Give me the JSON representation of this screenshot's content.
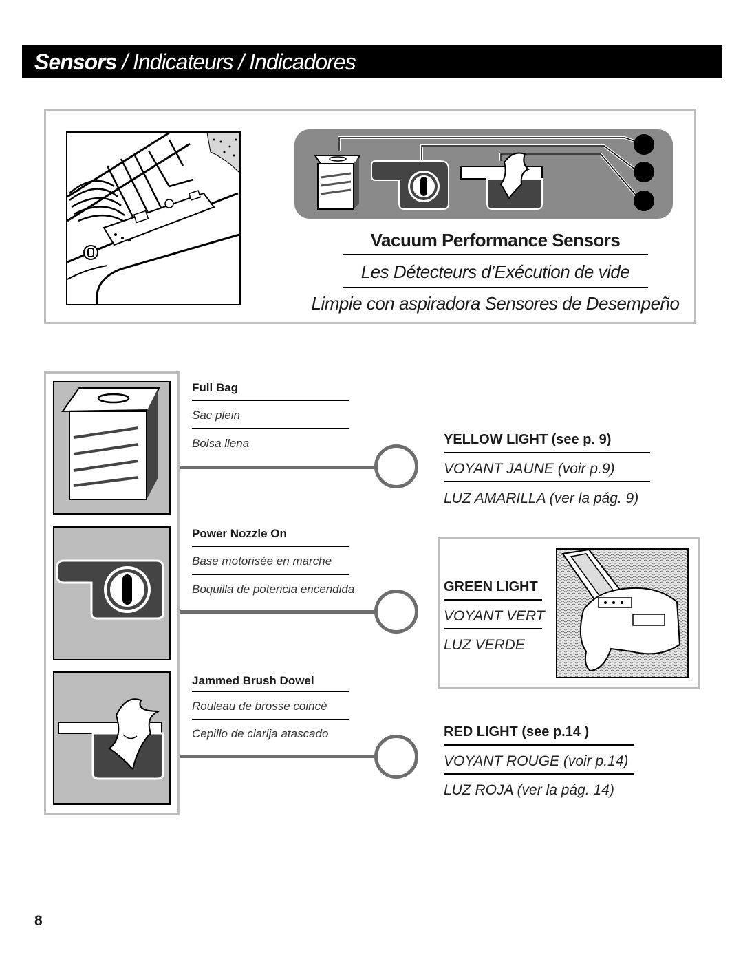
{
  "header": {
    "title_bold": "Sensors",
    "title_rest": " / Indicateurs / Indicadores"
  },
  "top_panel": {
    "heading_en": "Vacuum Performance Sensors",
    "heading_fr": "Les Détecteurs d’Exécution de vide",
    "heading_es": "Limpie con aspiradora Sensores de Desempeño"
  },
  "sensors": [
    {
      "icon": "full-bag-icon",
      "label_en": "Full Bag",
      "label_fr": "Sac plein",
      "label_es": "Bolsa llena"
    },
    {
      "icon": "power-nozzle-icon",
      "label_en": "Power Nozzle On",
      "label_fr": "Base motorisée en marche",
      "label_es": "Boquilla de potencia encendida"
    },
    {
      "icon": "jammed-brush-icon",
      "label_en": "Jammed Brush Dowel",
      "label_fr": "Rouleau de brosse coincé",
      "label_es": "Cepillo de clarija atascado"
    }
  ],
  "lights": {
    "yellow": {
      "en": "YELLOW LIGHT (see p. 9)",
      "fr": "VOYANT JAUNE (voir p.9)",
      "es": "LUZ AMARILLA (ver la pág. 9)"
    },
    "green": {
      "en": "GREEN LIGHT",
      "fr": "VOYANT VERT",
      "es": "LUZ VERDE"
    },
    "red": {
      "en": "RED LIGHT (see p.14 )",
      "fr": "VOYANT ROUGE (voir p.14)",
      "es": "LUZ ROJA (ver la pág. 14)"
    }
  },
  "page_number": "8",
  "colors": {
    "panel_gray": "#8a8a8a",
    "card_gray": "#bdbdbd",
    "ring_gray": "#6e6e6e",
    "header": "#000000"
  }
}
